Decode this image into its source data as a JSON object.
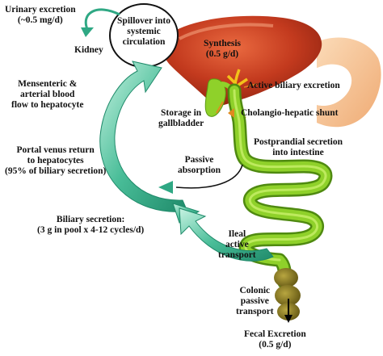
{
  "labels": {
    "urinary_excretion": [
      "Urinary excretion",
      "(~0.5 mg/d)"
    ],
    "kidney": "Kidney",
    "spillover": [
      "Spillover into",
      "systemic",
      "circulation"
    ],
    "synthesis": [
      "Synthesis",
      "(0.5 g/d)"
    ],
    "mesenteric": [
      "Mensenteric &",
      "arterial blood",
      "flow to hepatocyte"
    ],
    "active_biliary_excretion": "Active biliary excretion",
    "storage": [
      "Storage in",
      "gallbladder"
    ],
    "cholangio_hepatic_shunt": "Cholangio-hepatic shunt",
    "postprandial": [
      "Postprandial secretion",
      "into intestine"
    ],
    "portal": [
      "Portal venus return",
      "to hepatocytes",
      "(95% of biliary secretion)"
    ],
    "passive_absorption": [
      "Passive",
      "absorption"
    ],
    "biliary_secretion": [
      "Biliary secretion:",
      "(3 g in pool x 4-12 cycles/d)"
    ],
    "ileal_transport": [
      "Ileal",
      "active",
      "transport"
    ],
    "colonic_transport": [
      "Colonic",
      "passive",
      "transport"
    ],
    "fecal_excretion": [
      "Fecal Excretion",
      "(0.5 g/d)"
    ]
  },
  "colors": {
    "liver": "#b8321c",
    "liver_highlight": "#e8603a",
    "intestine": "#8fd12a",
    "intestine_dark": "#5b9a12",
    "colon": "#8a7a22",
    "stomach": "#f2b27a",
    "arrow_teal": "#2fa884",
    "arrow_teal_light": "#bff0dc",
    "bile_yellow": "#f2c21a"
  }
}
